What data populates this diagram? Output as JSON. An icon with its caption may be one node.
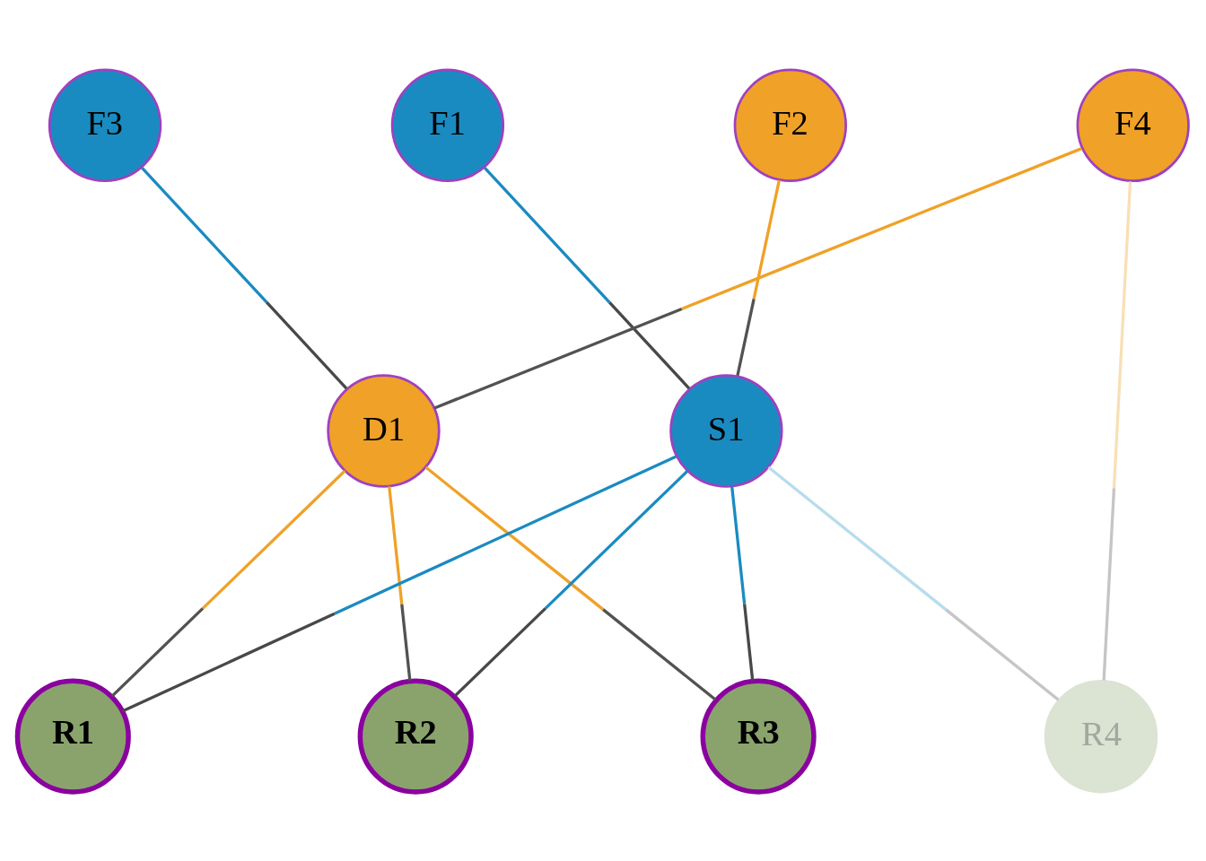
{
  "diagram": {
    "nodes": [
      {
        "text": [
          "F3"
        ]
      },
      {
        "text": [
          "F1"
        ]
      },
      {
        "text": [
          "F2"
        ]
      },
      {
        "text": [
          "F4"
        ]
      },
      {
        "text": [
          "D1"
        ]
      },
      {
        "text": [
          "S1"
        ]
      },
      {
        "text": [
          "R1"
        ]
      },
      {
        "text": [
          "R2"
        ]
      },
      {
        "text": [
          "R3"
        ]
      },
      {
        "text": [
          "R4"
        ]
      }
    ],
    "edges": [
      {
        "from": 0,
        "to": 4,
        "arrow": "none",
        "color": "#1a8bc1"
      },
      {
        "from": 3,
        "to": 4,
        "arrow": "none",
        "color": "#f0a127"
      },
      {
        "from": 1,
        "to": 5,
        "arrow": "none",
        "color": "#1a8bc1"
      },
      {
        "from": 2,
        "to": 5,
        "arrow": "none",
        "color": "#f0a127"
      },
      {
        "from": 4,
        "to": 6,
        "arrow": "none",
        "color": "#f0a127"
      },
      {
        "from": 4,
        "to": 7,
        "arrow": "none",
        "color": "#f0a127"
      },
      {
        "from": 4,
        "to": 8,
        "arrow": "none",
        "color": "#f0a127"
      },
      {
        "from": 5,
        "to": 6,
        "arrow": "none",
        "color": "#1a8bc1"
      },
      {
        "from": 5,
        "to": 7,
        "arrow": "none",
        "color": "#1a8bc1"
      },
      {
        "from": 5,
        "to": 8,
        "arrow": "none",
        "color": "#1a8bc1"
      },
      {
        "from": 5,
        "to": 9,
        "arrow": "none",
        "color": "#b7dcee"
      },
      {
        "from": 3,
        "to": 9,
        "arrow": "none",
        "color": "#f8dfb6"
      }
    ]
  }
}
